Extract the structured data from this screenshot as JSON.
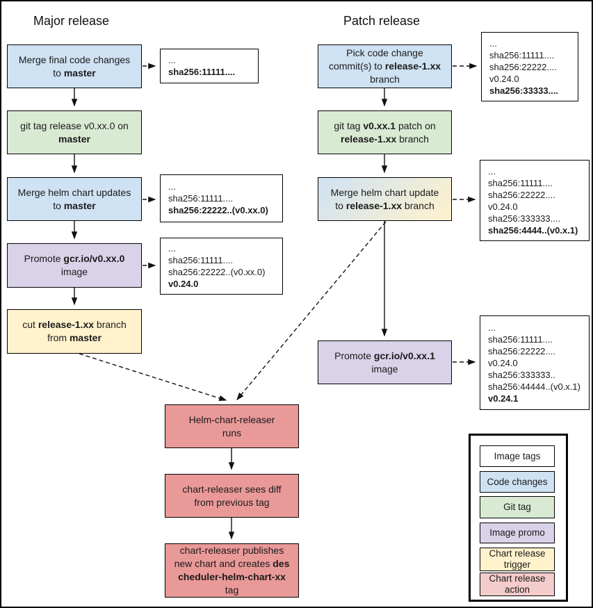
{
  "titles": {
    "major": "Major release",
    "patch": "Patch release"
  },
  "colors": {
    "image_tags": "#ffffff",
    "code_changes": "#cfe2f3",
    "git_tag": "#d9ead3",
    "image_promo": "#d9d2e9",
    "chart_release_trigger": "#fff2cc",
    "chart_release_action": "#ea9999",
    "patch_merge_gradient": [
      "#cfe2f3",
      "#fff2cc"
    ],
    "legend_action": "#f4cccc",
    "line": "#000000"
  },
  "flow": {
    "major_merge_code": {
      "segments": [
        {
          "t": "Merge final code changes to "
        },
        {
          "t": "master",
          "b": true
        }
      ]
    },
    "major_git_tag": {
      "segments": [
        {
          "t": "git tag release v0.xx.0 on "
        },
        {
          "t": "master",
          "b": true
        }
      ]
    },
    "major_merge_helm": {
      "segments": [
        {
          "t": "Merge helm chart updates to "
        },
        {
          "t": "master",
          "b": true
        }
      ]
    },
    "major_promote": {
      "segments": [
        {
          "t": "Promote "
        },
        {
          "t": "gcr.io/v0.xx.0",
          "b": true
        },
        {
          "t": " image"
        }
      ]
    },
    "major_cut_branch": {
      "segments": [
        {
          "t": "cut "
        },
        {
          "t": "release-1.xx",
          "b": true
        },
        {
          "t": " branch from "
        },
        {
          "t": "master",
          "b": true
        }
      ]
    },
    "patch_pick_commits": {
      "segments": [
        {
          "t": "Pick code change commit(s) to "
        },
        {
          "t": "release-1.xx",
          "b": true
        },
        {
          "t": " branch"
        }
      ]
    },
    "patch_git_tag": {
      "segments": [
        {
          "t": "git tag "
        },
        {
          "t": "v0.xx.1",
          "b": true
        },
        {
          "t": " patch on "
        },
        {
          "t": "release-1.xx",
          "b": true
        },
        {
          "t": " branch"
        }
      ]
    },
    "patch_merge_helm": {
      "segments": [
        {
          "t": "Merge helm chart update to "
        },
        {
          "t": "release-1.xx",
          "b": true
        },
        {
          "t": " branch"
        }
      ]
    },
    "patch_promote": {
      "segments": [
        {
          "t": "Promote "
        },
        {
          "t": "gcr.io/v0.xx.1",
          "b": true
        },
        {
          "t": " image"
        }
      ]
    },
    "action_releaser_runs": {
      "segments": [
        {
          "t": "Helm-chart-releaser runs"
        }
      ]
    },
    "action_sees_diff": {
      "segments": [
        {
          "t": "chart-releaser sees diff from previous tag"
        }
      ]
    },
    "action_publishes": {
      "segments": [
        {
          "t": "chart-releaser publishes new chart and creates "
        },
        {
          "t": "descheduler-helm-chart-xx",
          "b": true
        },
        {
          "t": " tag"
        }
      ]
    }
  },
  "tags": {
    "a": {
      "lines": [
        "...",
        "sha256:11111...."
      ]
    },
    "b": {
      "lines": [
        "...",
        "sha256:11111....",
        "sha256:22222..(v0.xx.0)"
      ]
    },
    "c": {
      "lines": [
        "...",
        "sha256:11111....",
        "sha256:22222..(v0.xx.0)",
        "v0.24.0"
      ]
    },
    "d": {
      "lines": [
        "...",
        "sha256:11111....",
        "sha256:22222....",
        "v0.24.0",
        "sha256:33333...."
      ]
    },
    "e": {
      "lines": [
        "...",
        "sha256:11111....",
        "sha256:22222....",
        "v0.24.0",
        "sha256:333333....",
        "sha256:4444..(v0.x.1)"
      ]
    },
    "f": {
      "lines": [
        "...",
        "sha256:11111....",
        "sha256:22222....",
        "v0.24.0",
        "sha256:333333..",
        "sha256:44444..(v0.x.1)",
        "v0.24.1"
      ]
    }
  },
  "legend": {
    "items": [
      {
        "label": "Image tags",
        "color": "#ffffff"
      },
      {
        "label": "Code changes",
        "color": "#cfe2f3"
      },
      {
        "label": "Git tag",
        "color": "#d9ead3"
      },
      {
        "label": "Image promo",
        "color": "#d9d2e9"
      },
      {
        "label": "Chart release trigger",
        "color": "#fff2cc"
      },
      {
        "label": "Chart release action",
        "color": "#f4cccc"
      }
    ]
  }
}
